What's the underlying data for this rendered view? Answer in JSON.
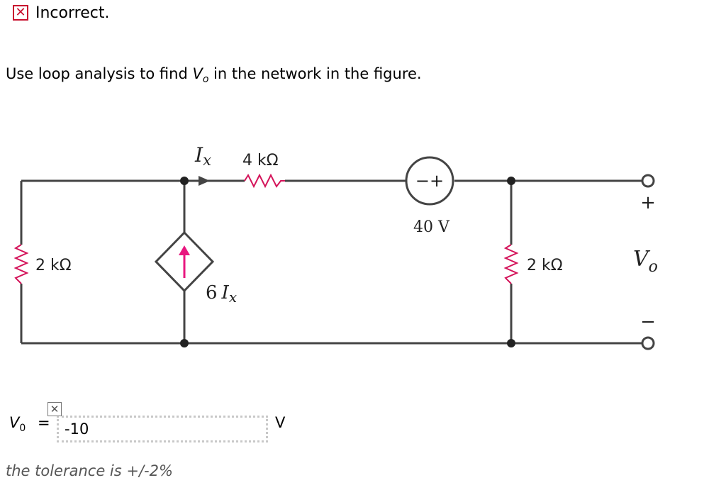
{
  "status": {
    "text": "Incorrect.",
    "icon": "x-mark-icon",
    "color": "#c8102e"
  },
  "question": {
    "text": "Use loop analysis to find ",
    "var_main": "V",
    "var_sub": "o",
    "text_end": " in the network in the figure."
  },
  "circuit": {
    "ix_label": "I",
    "ix_sub": "x",
    "r_top": "4 kΩ",
    "r_left": "2 kΩ",
    "r_right": "2 kΩ",
    "source_label": "40 V",
    "source_signs": "−+",
    "dep_gain": "6",
    "dep_var": "I",
    "dep_var_sub": "x",
    "vo_main": "V",
    "vo_sub": "o",
    "plus": "+",
    "minus": "−",
    "arrow_color": "#e8177f"
  },
  "answer": {
    "label_main": "V",
    "label_sub": "0",
    "equals": "=",
    "value": "-10",
    "unit": "V",
    "marker_icon": "x-mark-icon"
  },
  "tolerance": "the tolerance is +/-2%"
}
